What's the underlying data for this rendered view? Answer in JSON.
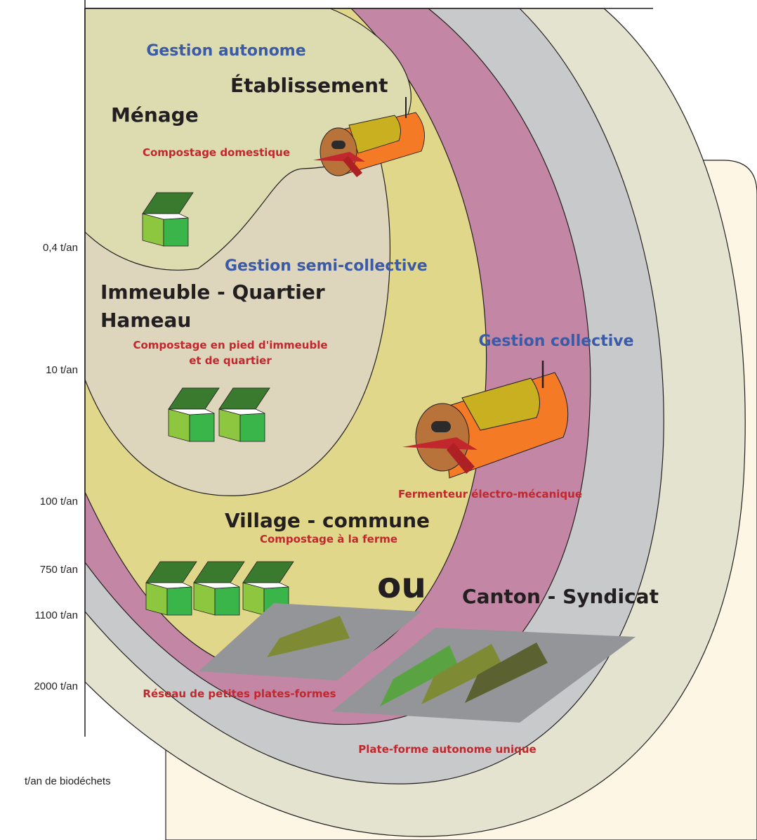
{
  "zones": {
    "autonome": "Gestion autonome",
    "semi_collective": "Gestion semi-collective",
    "collective": "Gestion collective"
  },
  "scales": {
    "etablissement": "Établissement",
    "menage": "Ménage",
    "immeuble_quartier": "Immeuble - Quartier",
    "hameau": "Hameau",
    "village_commune": "Village - commune",
    "canton_syndicat": "Canton - Syndicat"
  },
  "methods": {
    "compostage_domestique": "Compostage domestique",
    "compostage_pied_line1": "Compostage en pied d'immeuble",
    "compostage_pied_line2": "et de quartier",
    "fermenteur": "Fermenteur électro-mécanique",
    "compostage_ferme": "Compostage à la ferme",
    "reseau_plateformes": "Réseau de petites plates-formes",
    "plateforme_unique": "Plate-forme autonome unique"
  },
  "ou_label": "ou",
  "axis": {
    "label": "t/an de biodéchets",
    "ticks": [
      "0,4 t/an",
      "10 t/an",
      "100 t/an",
      "750 t/an",
      "1100 t/an",
      "2000 t/an"
    ]
  },
  "colors": {
    "outer_beige": "#e4e3cf",
    "gray_band": "#c8c9cb",
    "mauve_band": "#c386a4",
    "yellow_zone": "#e1d78a",
    "tan_zone": "#ddd5bc",
    "green_zone": "#dcdcb0",
    "cream_panel": "#fdf6e4",
    "bin_light": "#8dc63f",
    "bin_dark": "#39b54a",
    "bin_lid": "#3a7a2e",
    "fermenter_orange": "#f47a26",
    "fermenter_lid": "#c8b020",
    "fermenter_end": "#b8733a",
    "tag_red": "#ad2023",
    "platform_gray": "#939598",
    "windrow_olive": "#7f8a35",
    "windrow_green": "#5aa343",
    "windrow_dark": "#5c6131"
  }
}
